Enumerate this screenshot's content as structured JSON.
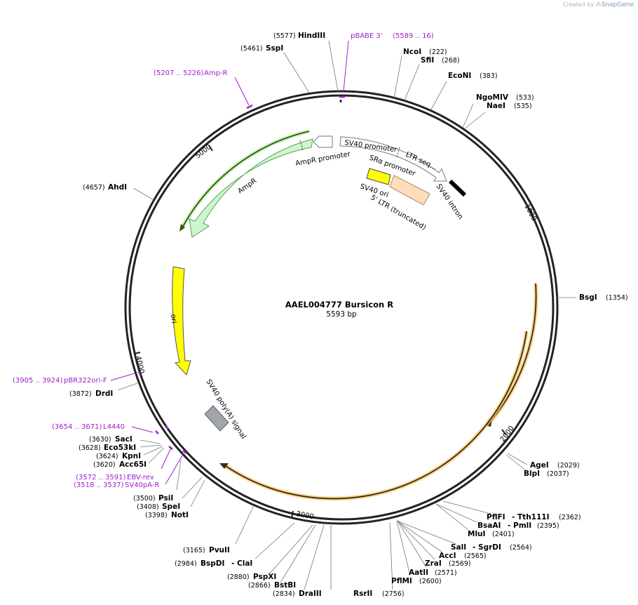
{
  "watermark": {
    "created_by": "Created by",
    "brand": "SnapGene"
  },
  "plasmid": {
    "name": "AAEL004777  Bursicon R",
    "length": "5593 bp"
  },
  "ticks": [
    "1000",
    "2000",
    "3000",
    "4000",
    "5000"
  ],
  "enzymes": [
    {
      "name": "HindIII",
      "pos": "(5577)"
    },
    {
      "name": "SspI",
      "pos": "(5461)"
    },
    {
      "name": "NcoI",
      "pos": "(222)"
    },
    {
      "name": "SfiI",
      "pos": "(268)"
    },
    {
      "name": "EcoNI",
      "pos": "(383)"
    },
    {
      "name": "NgoMIV",
      "pos": "(533)"
    },
    {
      "name": "NaeI",
      "pos": "(535)"
    },
    {
      "name": "AhdI",
      "pos": "(4657)"
    },
    {
      "name": "BsgI",
      "pos": "(1354)"
    },
    {
      "name": "DrdI",
      "pos": "(3872)"
    },
    {
      "name": "SacI",
      "pos": "(3630)"
    },
    {
      "name": "Eco53kI",
      "pos": "(3628)"
    },
    {
      "name": "KpnI",
      "pos": "(3624)"
    },
    {
      "name": "Acc65I",
      "pos": "(3620)"
    },
    {
      "name": "PsiI",
      "pos": "(3500)"
    },
    {
      "name": "SpeI",
      "pos": "(3408)"
    },
    {
      "name": "NotI",
      "pos": "(3398)"
    },
    {
      "name": "PvuII",
      "pos": "(3165)"
    },
    {
      "name": "BspDI",
      "pos": "(2984)",
      "alt": "- ClaI"
    },
    {
      "name": "PspXI",
      "pos": "(2880)"
    },
    {
      "name": "BstBI",
      "pos": "(2866)"
    },
    {
      "name": "DraIII",
      "pos": "(2834)"
    },
    {
      "name": "RsrII",
      "pos": "(2756)"
    },
    {
      "name": "PflMI",
      "pos": "(2600)"
    },
    {
      "name": "AatII",
      "pos": "(2571)"
    },
    {
      "name": "ZraI",
      "pos": "(2569)"
    },
    {
      "name": "AccI",
      "pos": "(2565)"
    },
    {
      "name": "SalI",
      "pos": "(2564)",
      "alt": "- SgrDI"
    },
    {
      "name": "MluI",
      "pos": "(2401)"
    },
    {
      "name": "BsaAI",
      "pos": "(2395)",
      "alt": "- PmlI"
    },
    {
      "name": "PflFI",
      "pos": "(2362)",
      "alt": "- Tth111I"
    },
    {
      "name": "BlpI",
      "pos": "(2037)"
    },
    {
      "name": "AgeI",
      "pos": "(2029)"
    }
  ],
  "primers": [
    {
      "name": "pBABE 3'",
      "pos": "(5589 .. 16)"
    },
    {
      "name": "Amp-R",
      "pos": "(5207 .. 5226)"
    },
    {
      "name": "pBR322ori-F",
      "pos": "(3905 .. 3924)"
    },
    {
      "name": "L4440",
      "pos": "(3654 .. 3671)"
    },
    {
      "name": "EBV-rev",
      "pos": "(3572 .. 3591)"
    },
    {
      "name": "SV40pA-R",
      "pos": "(3518 .. 3537)"
    }
  ],
  "features": {
    "sv40_promoter": "SV40 promoter",
    "ltr_seq": "LTR seq...",
    "sra_promoter": "SRα promoter",
    "sv40_intron": "SV40 intron",
    "sv40_ori": "SV40 ori",
    "ltr_truncated": "5' LTR (truncated)",
    "ampr_promoter": "AmpR promoter",
    "ampr": "AmpR",
    "ori": "ori",
    "sv40_polya": "SV40 poly(A) signal"
  },
  "colors": {
    "backbone": "#222222",
    "primer": "#a020c8",
    "ampr_fill": "#ccf7cc",
    "ampr_stroke": "#5a9e5a",
    "ori_fill": "#ffff00",
    "ltr_fill": "#ffddbb",
    "polya_fill": "#a0a4ab",
    "insert_glow": "#f5c870"
  }
}
